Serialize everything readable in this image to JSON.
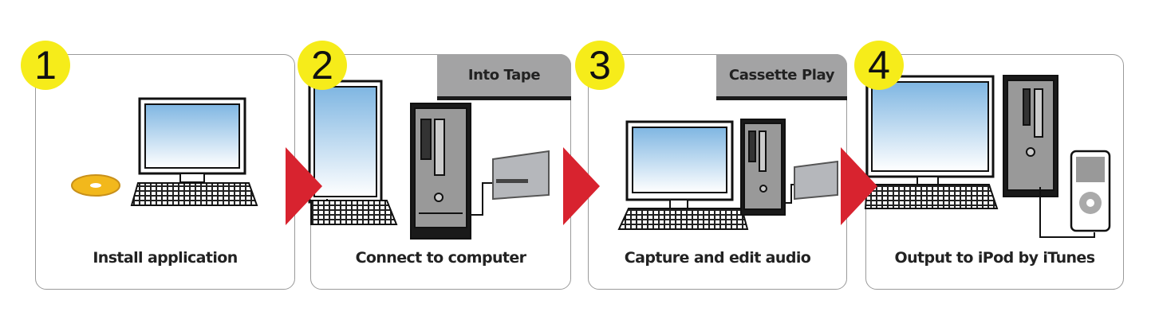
{
  "steps": [
    {
      "number": "1",
      "caption": "Install application"
    },
    {
      "number": "2",
      "caption": "Connect to computer",
      "tag": "Into Tape"
    },
    {
      "number": "3",
      "caption": "Capture and edit  audio",
      "tag": "Cassette Play"
    },
    {
      "number": "4",
      "caption": "Output to iPod by iTunes"
    }
  ],
  "colors": {
    "badge": "#f6ec1a",
    "arrow": "#d8232f",
    "tag": "#a3a3a4",
    "screen_top": "#7fb6e2"
  }
}
